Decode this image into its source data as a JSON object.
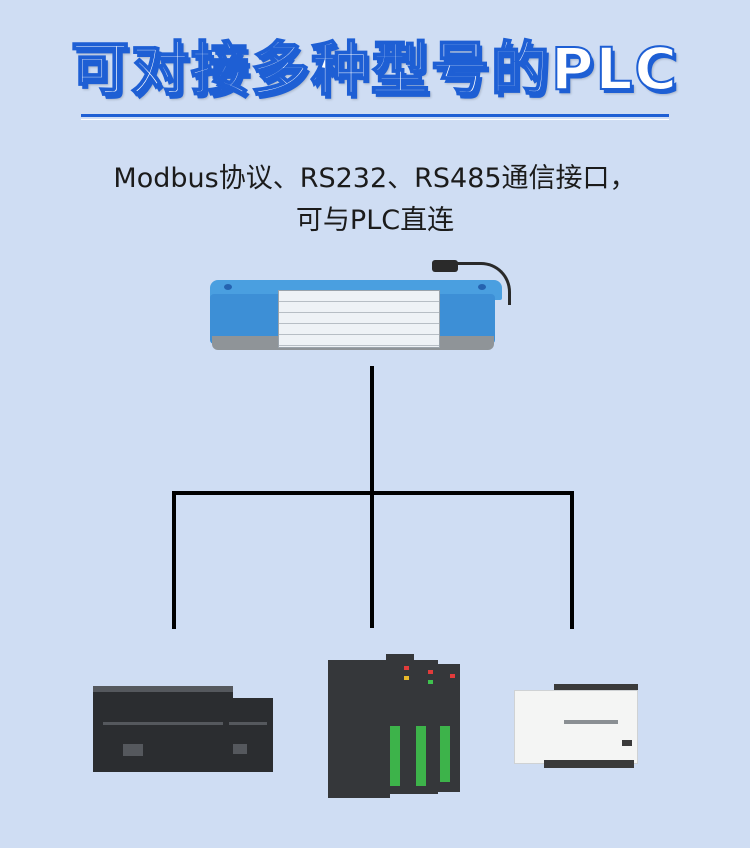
{
  "title": "可对接多种型号的PLC",
  "subtitle_line1": "Modbus协议、RS232、RS485通信接口，",
  "subtitle_line2": "可与PLC直连",
  "colors": {
    "background": "#cfddf3",
    "title_fill": "#ffffff",
    "title_stroke": "#1e5fd4",
    "line": "#000000",
    "device_blue": "#3d8fd6"
  },
  "icons": {
    "reader": "rfid-reader-icon",
    "plc_left": "modular-plc-icon",
    "plc_center": "gateway-plc-icon",
    "plc_right": "compact-plc-icon"
  }
}
